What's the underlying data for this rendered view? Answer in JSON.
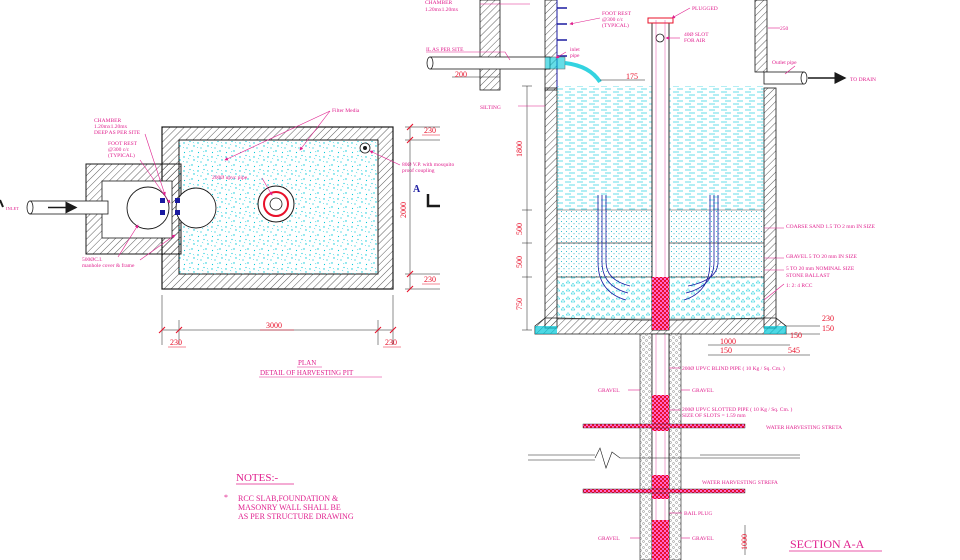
{
  "colors": {
    "line": "#1a1a1a",
    "label": "#e0208e",
    "media": "#00c8d8",
    "pipe_red": "#e8102a",
    "pipe_blue": "#1a1aa0"
  },
  "plan": {
    "chamber_label_1": "CHAMBER",
    "chamber_label_2": "1.20mx1.20mx",
    "chamber_label_3": "DEEP AS PER SITE",
    "foot_rest_1": "FOOT REST",
    "foot_rest_2": "@300 c/c",
    "foot_rest_3": "(TYPICAL)",
    "filter_media": "Filter Media",
    "upvc_pipe": "200Ø upvc pipe",
    "vp_label_1": "80Ø V.P. with mosquito",
    "vp_label_2": "proof coupling",
    "manhole_1": "500ØC.I.",
    "manhole_2": "manhole cover & frame",
    "inlet": "INLET",
    "dim_230_top": "230",
    "dim_2000": "2000",
    "dim_230_bottom": "230",
    "dim_3000": "3000",
    "dim_230_left": "230",
    "dim_230_right": "230",
    "section_mark": "A",
    "title_1": "PLAN",
    "title_2": "DETAIL OF HARVESTING PIT"
  },
  "notes": {
    "heading": "NOTES:-",
    "bullet": "*",
    "line_1": "RCC SLAB,FOUNDATION &",
    "line_2": "MASONRY WALL SHALL BE",
    "line_3": "AS PER STRUCTURE DRAWING"
  },
  "section": {
    "chamber_1": "CHAMBER",
    "chamber_2": "1.20mx1.20mx",
    "foot_rest_1": "FOOT REST",
    "foot_rest_2": "@300 c/c",
    "foot_rest_3": "(TYPICAL)",
    "plugged": "PLUGGED",
    "slot_1": "40Ø SLOT",
    "slot_2": "FOR AIR",
    "dim_250": "250",
    "il_label": "IL AS PER SITE",
    "inlet_1": "inlet",
    "inlet_2": "pipe",
    "dim_200": "200",
    "dim_175": "175",
    "outlet_pipe": "Outlet pipe",
    "to_drain": "TO DRAIN",
    "silting": "SILTING",
    "dim_1800": "1800",
    "dim_500a": "500",
    "dim_500b": "500",
    "dim_750": "750",
    "coarse_sand": "COARSE SAND 1.5 TO 2 mm IN SIZE",
    "gravel_size": "GRAVEL 5 TO 20 mm IN SIZE",
    "ballast_1": "5 TO 20 mm NOMINAL SIZE",
    "ballast_2": "STONE BALLAST",
    "rcc": "1: 2: 4 RCC",
    "dim_230": "230",
    "dim_150a": "150",
    "dim_150b": "150",
    "dim_1000": "1000",
    "dim_150c": "150",
    "dim_545": "545",
    "gravel_left_1": "GRAVEL",
    "gravel_right_1": "GRAVEL",
    "blind_pipe": "200Ø UPVC BLIND PIPE ( 10 Kg / Sq. Cm. )",
    "slotted_pipe_1": "200Ø UPVC SLOTTED PIPE ( 10 Kg / Sq. Cm. )",
    "slotted_pipe_2": "SIZE OF SLOTS = 1.59 mm",
    "strata_1": "WATER HARVESTING STRETA",
    "strata_2": "WATER HARVESTING STREFA",
    "bail_plug": "BAIL PLUG",
    "gravel_left_2": "GRAVEL",
    "gravel_right_2": "GRAVEL",
    "dim_1000b": "1000",
    "title": "SECTION A-A"
  }
}
